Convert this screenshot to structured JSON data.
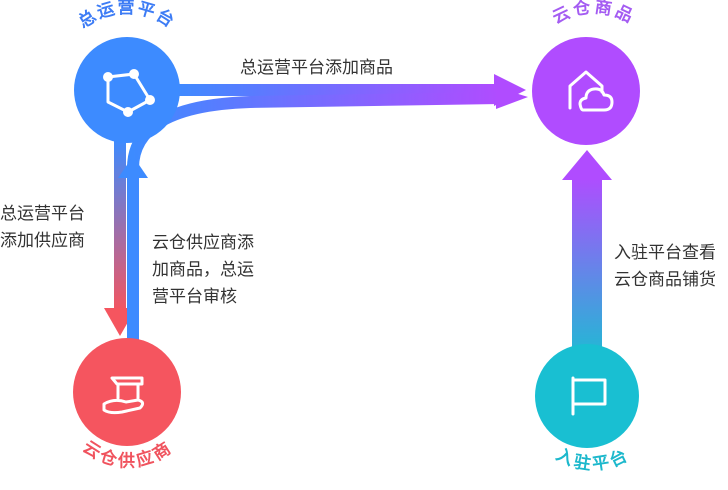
{
  "nodes": {
    "hq": {
      "label": "总运营平台",
      "icon": "polygon-nodes-icon",
      "color": "#3d8bff",
      "label_color": "#3d7cf5"
    },
    "cloud_goods": {
      "label": "云仓商品",
      "icon": "house-cloud-icon",
      "color": "#b04cff",
      "label_color": "#a45cf2"
    },
    "supplier": {
      "label": "云仓供应商",
      "icon": "hand-box-icon",
      "color": "#f5555f",
      "label_color": "#f0535e"
    },
    "settled": {
      "label": "入驻平台",
      "icon": "flag-icon",
      "color": "#19bfd2",
      "label_color": "#1cb8cc"
    }
  },
  "edges": {
    "hq_to_goods": "总运营平台添加商品",
    "hq_to_supplier": [
      "总运营平台",
      "添加供应商"
    ],
    "supplier_to_goods": [
      "云仓供应商添",
      "加商品，总运",
      "营平台审核"
    ],
    "settled_to_goods": [
      "入驻平台查看",
      "云仓商品铺货"
    ]
  }
}
